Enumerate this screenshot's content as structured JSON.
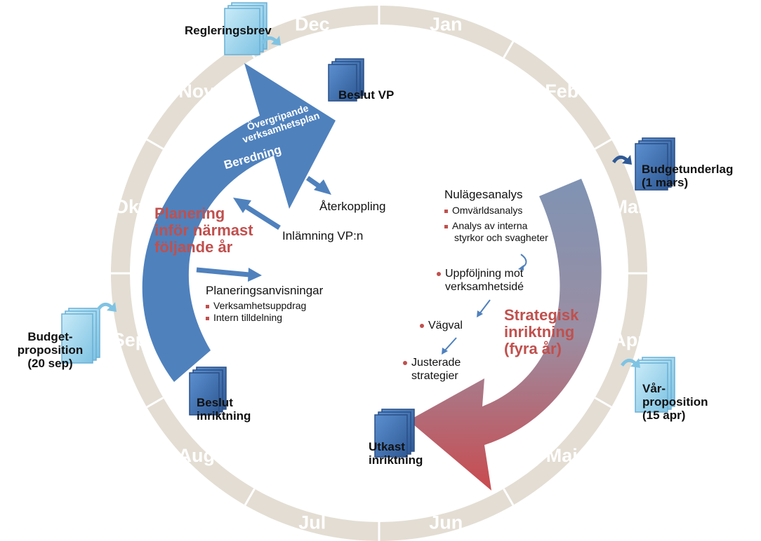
{
  "months": [
    "Jan",
    "Feb",
    "Mar",
    "Apr",
    "Maj",
    "Jun",
    "Jul",
    "Aug",
    "Sep",
    "Okt",
    "Nov",
    "Dec"
  ],
  "documents": {
    "regleringsbrev": "Regleringsbrev",
    "beslut_vp": "Beslut VP",
    "budgetunderlag_1": "Budgetunderlag",
    "budgetunderlag_2": "(1 mars)",
    "var_prop_1": "Vår-",
    "var_prop_2": "proposition",
    "var_prop_3": "(15 apr)",
    "utkast_1": "Utkast",
    "utkast_2": "inriktning",
    "beslut_inr_1": "Beslut",
    "beslut_inr_2": "inriktning",
    "budget_prop_1": "Budget-",
    "budget_prop_2": "proposition",
    "budget_prop_3": "(20 sep)"
  },
  "left_process": {
    "arrow_title_1": "Övergripande",
    "arrow_title_2": "verksamhetsplan",
    "arrow_sub": "Beredning",
    "phase_1": "Planering",
    "phase_2": "inför närmast",
    "phase_3": "följande år",
    "aterkoppling": "Återkoppling",
    "inlamning": "Inlämning VP:n",
    "planeringsanvisningar": "Planeringsanvisningar",
    "bullets": [
      "Verksamhetsuppdrag",
      "Intern tilldelning"
    ]
  },
  "right_process": {
    "nulagesanalys": "Nulägesanalys",
    "nulage_bullets": [
      "Omvärldsanalys",
      "Analys av interna",
      "styrkor och svagheter"
    ],
    "uppfoljning_1": "Uppföljning mot",
    "uppfoljning_2": "verksamhetsidé",
    "vagval": "Vägval",
    "justerade_1": "Justerade",
    "justerade_2": "strategier",
    "phase_1": "Strategisk",
    "phase_2": "inriktning",
    "phase_3": "(fyra år)"
  },
  "colors": {
    "ring": "#e3ddd3",
    "blue": "#4f81bd",
    "red": "#c0504d",
    "doc_light": "#9dd3ec",
    "doc_dark": "#3d6ba8"
  }
}
